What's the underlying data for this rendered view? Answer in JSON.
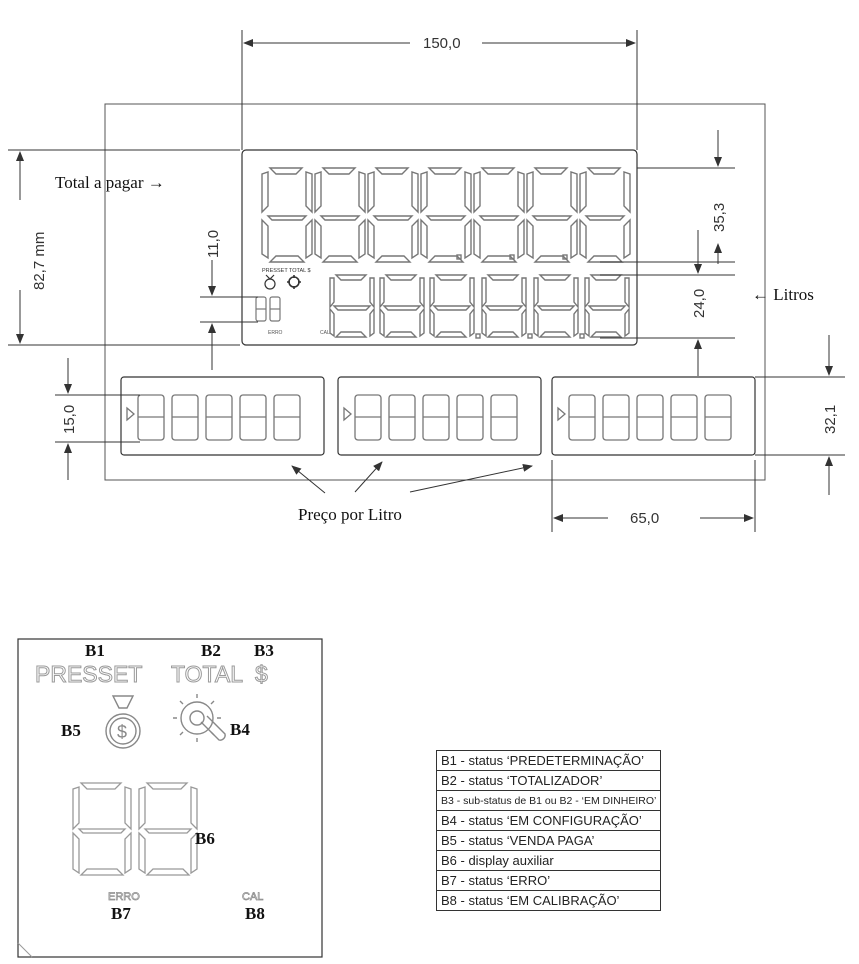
{
  "dimensions": {
    "width_top": "150,0",
    "height_left": "82,7 mm",
    "small_digit": "11,0",
    "total_digit": "35,3",
    "liters_digit": "24,0",
    "price_digit": "15,0",
    "price_height": "32,1",
    "price_width": "65,0"
  },
  "labels": {
    "total": "Total a pagar →",
    "liters": "← Litros",
    "price": "Preço por Litro"
  },
  "lcd_small_text": {
    "presset_total": "PRESSET TOTAL $"
  },
  "detail": {
    "b1": "B1",
    "b2": "B2",
    "b3": "B3",
    "presset": "PRESSET",
    "total": "TOTAL",
    "dollar": "$",
    "b4": "B4",
    "b5": "B5",
    "b6": "B6",
    "b7": "B7",
    "b8": "B8",
    "erro": "ERRO",
    "cal": "CAL"
  },
  "legend": [
    "B1 - status ‘PREDETERMINAÇÃO’",
    "B2 - status ‘TOTALIZADOR’",
    "B3 - sub-status de B1 ou B2 - ‘EM DINHEIRO’",
    "B4 - status ‘EM CONFIGURAÇÃO’",
    "B5 - status ‘VENDA PAGA’",
    "B6 - display auxiliar",
    "B7 - status ‘ERRO’",
    "B8 - status ‘EM CALIBRAÇÃO’"
  ]
}
